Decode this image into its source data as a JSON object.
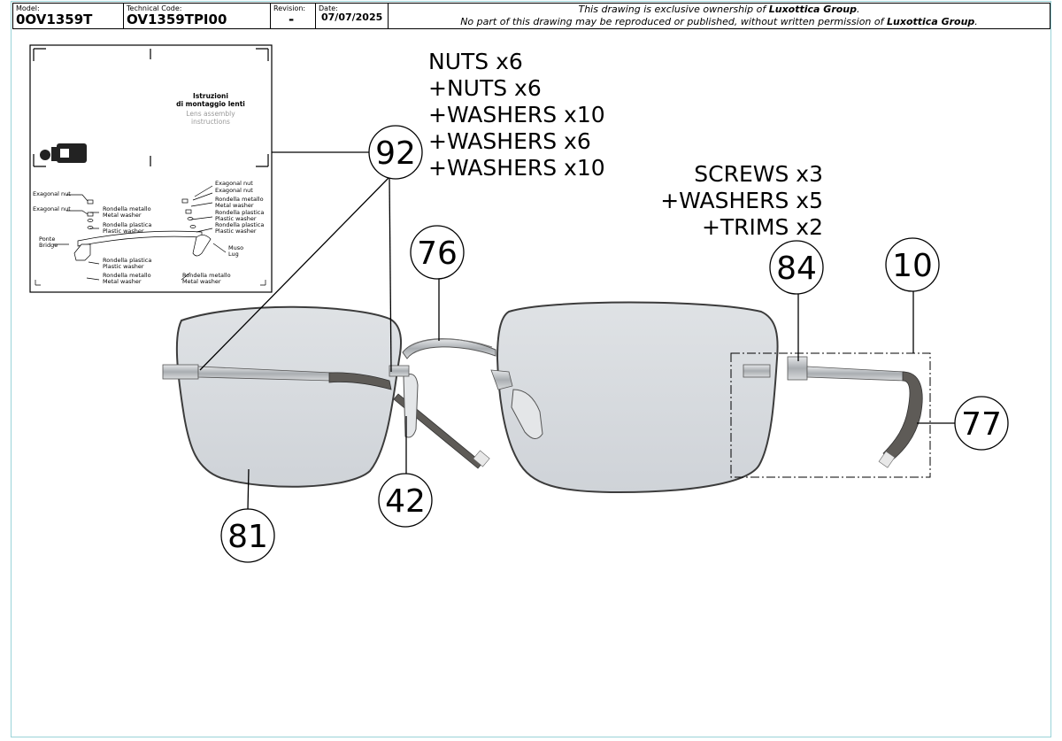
{
  "title_block": {
    "model_label": "Model:",
    "model_value": "0OV1359T",
    "tech_label": "Technical Code:",
    "tech_value": "OV1359TPI00",
    "revision_label": "Revision:",
    "revision_value": "-",
    "date_label": "Date:",
    "date_value": "07/07/2025",
    "note_line1_pre": "This drawing is exclusive ownership of ",
    "note_line1_brand": "Luxottica Group",
    "note_line1_post": ".",
    "note_line2_pre": "No part of this drawing may be reproduced or published, without written permission of ",
    "note_line2_brand": "Luxottica Group",
    "note_line2_post": "."
  },
  "inset": {
    "title_it_1": "Istruzioni",
    "title_it_2": "di montaggio lenti",
    "title_en_1": "Lens assembly",
    "title_en_2": "instructions",
    "left_labels": {
      "exagonal_nut_1": "Exagonal nut",
      "exagonal_nut_2": "Exagonal nut",
      "rondella_metallo": "Rondella metallo",
      "metal_washer": "Metal washer",
      "rondella_plastica": "Rondella plastica",
      "plastic_washer": "Plastic washer",
      "ponte": "Ponte",
      "bridge": "Bridge",
      "rondella_plastica_2": "Rondella plastica",
      "plastic_washer_2": "Plastic washer",
      "rondella_metallo_2": "Rondella metallo",
      "metal_washer_2": "Metal washer"
    },
    "right_labels": {
      "exagonal_nut_1": "Exagonal nut",
      "exagonal_nut_2": "Exagonal nut",
      "rondella_metallo": "Rondella metallo",
      "metal_washer": "Metal washer",
      "rondella_plastica": "Rondella plastica",
      "plastic_washer": "Plastic washer",
      "rondella_plastica_2": "Rondella plastica",
      "plastic_washer_2": "Plastic washer",
      "muso": "Muso",
      "lug": "Lug",
      "rondella_metallo_2": "Rondella metallo",
      "metal_washer_2": "Metal washer"
    }
  },
  "callouts": {
    "kit_92": [
      "NUTS x6",
      "+NUTS x6",
      "+WASHERS x10",
      "+WASHERS x6",
      "+WASHERS x10"
    ],
    "kit_84": [
      "SCREWS x3",
      "+WASHERS x5",
      "+TRIMS x2"
    ]
  },
  "bubbles": {
    "b92": "92",
    "b76": "76",
    "b84": "84",
    "b10": "10",
    "b77": "77",
    "b42": "42",
    "b81": "81"
  },
  "colors": {
    "lens_fill": "#d3d7dc",
    "lens_edge": "#4a4a4a",
    "metal": "#b9bcbf",
    "temple_tip": "#5e5b57",
    "sheet_border": "#9ad3d8"
  }
}
